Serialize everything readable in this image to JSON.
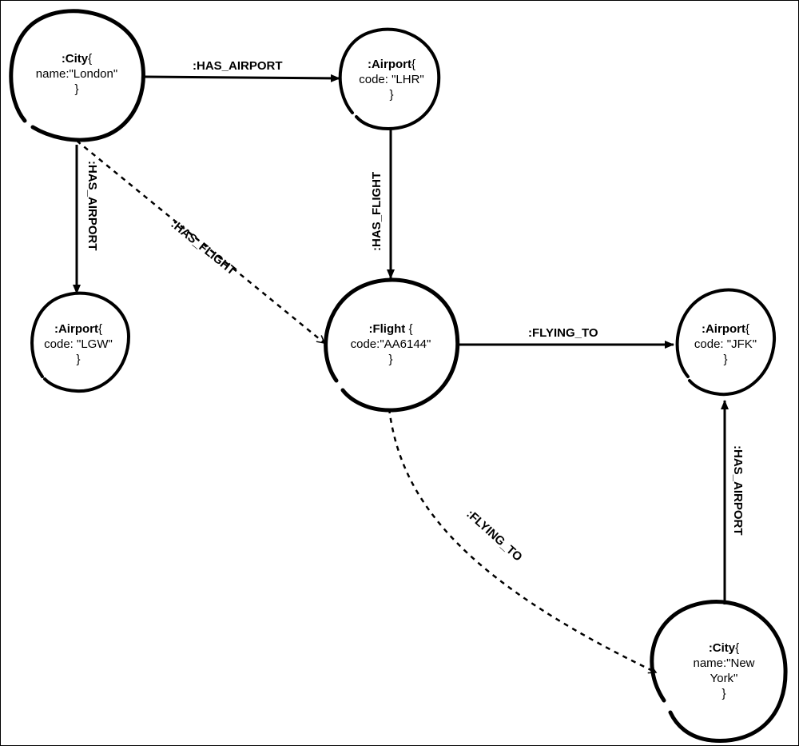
{
  "nodes": {
    "city_london": {
      "label": ":City",
      "brace_open": "{",
      "prop": "name:\"London\"",
      "brace_close": "}"
    },
    "airport_lhr": {
      "label": ":Airport",
      "brace_open": "{",
      "prop": "code: \"LHR\"",
      "brace_close": "}"
    },
    "airport_lgw": {
      "label": ":Airport",
      "brace_open": "{",
      "prop": "code: \"LGW\"",
      "brace_close": "}"
    },
    "flight": {
      "label": ":Flight",
      "brace_open": " {",
      "prop": "code:\"AA6144\"",
      "brace_close": "}"
    },
    "airport_jfk": {
      "label": ":Airport",
      "brace_open": "{",
      "prop": "code: \"JFK\"",
      "brace_close": "}"
    },
    "city_newyork": {
      "label": ":City",
      "brace_open": "{",
      "prop": "name:\"New",
      "prop2": "York\"",
      "brace_close": "}"
    }
  },
  "edges": {
    "london_lhr": ":HAS_AIRPORT",
    "london_lgw": ":HAS_AIRPORT",
    "london_flight": ":HAS_FLIGHT",
    "lhr_flight": ":HAS_FLIGHT",
    "flight_jfk": ":FLYING_TO",
    "flight_newyork": ":FLYING_TO",
    "newyork_jfk": ":HAS_AIRPORT"
  },
  "colors": {
    "stroke": "#000000",
    "background": "#ffffff"
  }
}
